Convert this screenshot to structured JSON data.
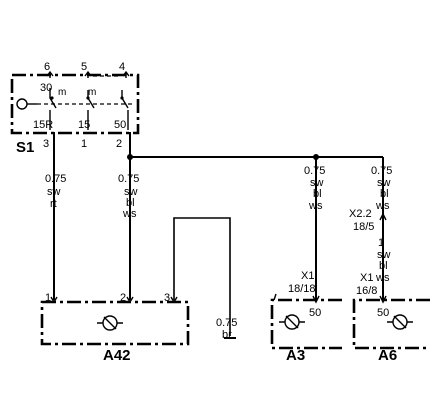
{
  "switch_s1": {
    "name": "S1",
    "top_pins": [
      "6",
      "5",
      "4"
    ],
    "inner_labels": [
      "30",
      "15R",
      "15",
      "50"
    ],
    "bottom_pins": [
      "3",
      "1",
      "2"
    ]
  },
  "wires": {
    "w1": {
      "gauge": "0.75",
      "color1": "sw",
      "color2": "rt"
    },
    "w2": {
      "gauge": "0.75",
      "color1": "sw",
      "color2": "bl",
      "color3": "ws"
    },
    "w3": {
      "gauge": "0.75",
      "color1": "sw",
      "color2": "bl",
      "color3": "ws"
    },
    "w4": {
      "gauge": "0.75",
      "color1": "sw",
      "color2": "bl",
      "color3": "ws"
    },
    "w5": {
      "gauge": "1",
      "color1": "sw",
      "color2": "bl",
      "color3": "ws"
    },
    "ground": {
      "gauge": "0.75",
      "color1": "br"
    }
  },
  "connectors": {
    "x22": {
      "name": "X2.2",
      "pin": "18/5"
    },
    "x1_a3": {
      "name": "X1",
      "pin": "18/18"
    },
    "x1_a6": {
      "name": "X1",
      "pin": "16/8"
    }
  },
  "components": {
    "a42": {
      "name": "A42",
      "pins": [
        "1",
        "2",
        "3"
      ]
    },
    "a3": {
      "name": "A3",
      "pin": "50"
    },
    "a6": {
      "name": "A6",
      "pin": "50"
    }
  }
}
